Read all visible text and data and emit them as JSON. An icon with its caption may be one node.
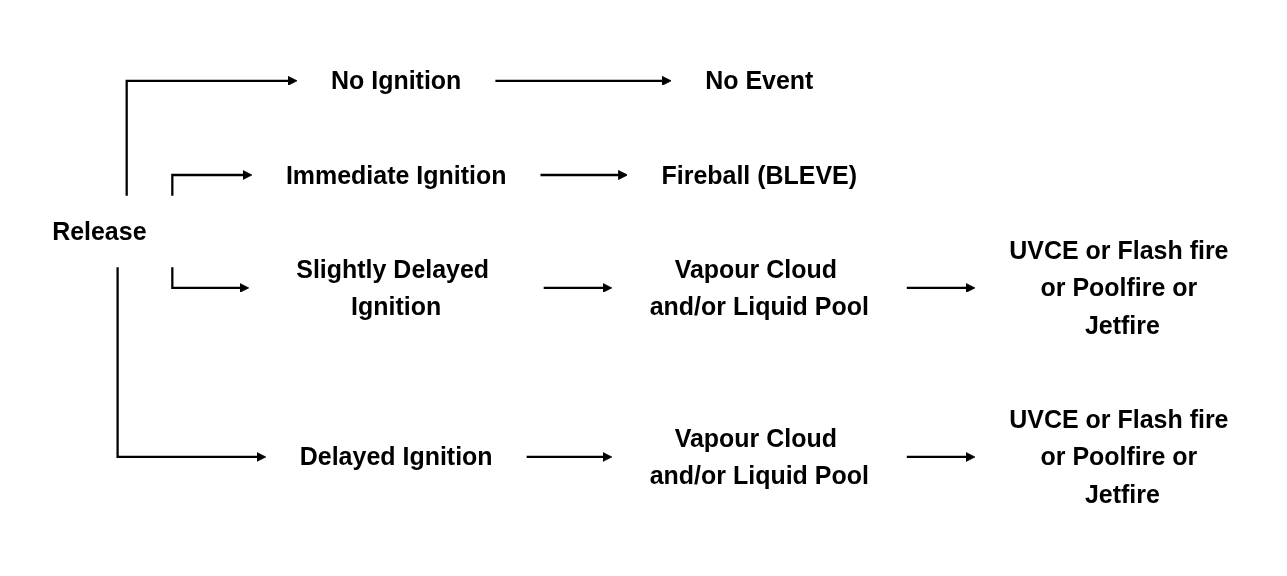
{
  "diagram": {
    "nodes": [
      {
        "text": [
          "Release"
        ]
      },
      {
        "text": [
          "No Ignition"
        ]
      },
      {
        "text": [
          "No Event"
        ]
      },
      {
        "text": [
          "Immediate Ignition"
        ]
      },
      {
        "text": [
          "Fireball (BLEVE)"
        ]
      },
      {
        "text": [
          "Slightly Delayed Ignition"
        ]
      },
      {
        "text": [
          "Vapour Cloud and/or Liquid Pool"
        ]
      },
      {
        "text": [
          "UVCE or Flash fire or Poolfire or Jetfire"
        ]
      },
      {
        "text": [
          "Delayed Ignition"
        ]
      },
      {
        "text": [
          "Vapour Cloud and/or Liquid Pool"
        ]
      },
      {
        "text": [
          "UVCE or Flash fire or Poolfire or Jetfire"
        ]
      }
    ],
    "edges": [
      {
        "from": 0,
        "to": 1,
        "arrow": "to"
      },
      {
        "from": 0,
        "to": 3,
        "arrow": "to"
      },
      {
        "from": 0,
        "to": 5,
        "arrow": "to"
      },
      {
        "from": 0,
        "to": 8,
        "arrow": "to"
      },
      {
        "from": 1,
        "to": 2,
        "arrow": "to"
      },
      {
        "from": 3,
        "to": 4,
        "arrow": "to"
      },
      {
        "from": 5,
        "to": 6,
        "arrow": "to"
      },
      {
        "from": 6,
        "to": 7,
        "arrow": "to"
      },
      {
        "from": 8,
        "to": 9,
        "arrow": "to"
      },
      {
        "from": 9,
        "to": 10,
        "arrow": "to"
      }
    ]
  }
}
